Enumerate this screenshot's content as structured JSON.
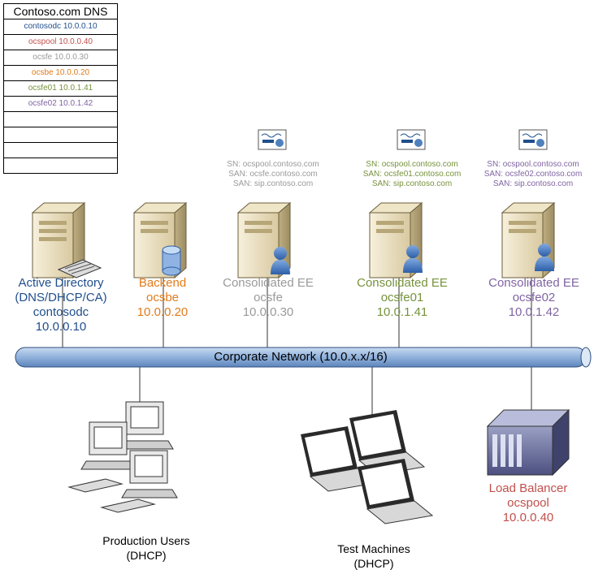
{
  "colors": {
    "blue": "#1f4e8c",
    "orange": "#e07b1a",
    "gray": "#9a9a9a",
    "green": "#76923c",
    "purple": "#8064a2",
    "red": "#c0504d"
  },
  "dns_table": {
    "title": "Contoso.com DNS",
    "rows": [
      {
        "text": "contosodc 10.0.0.10",
        "color": "#1f4e8c"
      },
      {
        "text": "ocspool 10.0.0.40",
        "color": "#c0504d"
      },
      {
        "text": "ocsfe 10.0.0.30",
        "color": "#9a9a9a"
      },
      {
        "text": "ocsbe 10.0.0.20",
        "color": "#e07b1a"
      },
      {
        "text": "ocsfe01 10.0.1.41",
        "color": "#76923c"
      },
      {
        "text": "ocsfe02 10.0.1.42",
        "color": "#8064a2"
      },
      {
        "text": ""
      },
      {
        "text": ""
      },
      {
        "text": ""
      },
      {
        "text": ""
      }
    ]
  },
  "certs": {
    "ocsfe": [
      "SN: ocspool.contoso.com",
      "SAN: ocsfe.contoso.com",
      "SAN: sip.contoso.com"
    ],
    "ocsfe01": [
      "SN: ocspool.contoso.com",
      "SAN: ocsfe01.contoso.com",
      "SAN: sip.contoso.com"
    ],
    "ocsfe02": [
      "SN: ocspool.contoso.com",
      "SAN: ocsfe02.contoso.com",
      "SAN: sip.contoso.com"
    ]
  },
  "servers": {
    "ad": [
      "Active Directory",
      "(DNS/DHCP/CA)",
      "contosodc",
      "10.0.0.10"
    ],
    "backend": [
      "Backend",
      "ocsbe",
      "10.0.0.20"
    ],
    "ocsfe": [
      "Consolidated EE",
      "ocsfe",
      "10.0.0.30"
    ],
    "ocsfe01": [
      "Consolidated EE",
      "ocsfe01",
      "10.0.1.41"
    ],
    "ocsfe02": [
      "Consolidated EE",
      "ocsfe02",
      "10.0.1.42"
    ]
  },
  "network": {
    "label": "Corporate Network (10.0.x.x/16)"
  },
  "clients": {
    "production": [
      "Production Users",
      "(DHCP)"
    ],
    "test": [
      "Test Machines",
      "(DHCP)"
    ],
    "lb": [
      "Load Balancer",
      "ocspool",
      "10.0.0.40"
    ]
  }
}
